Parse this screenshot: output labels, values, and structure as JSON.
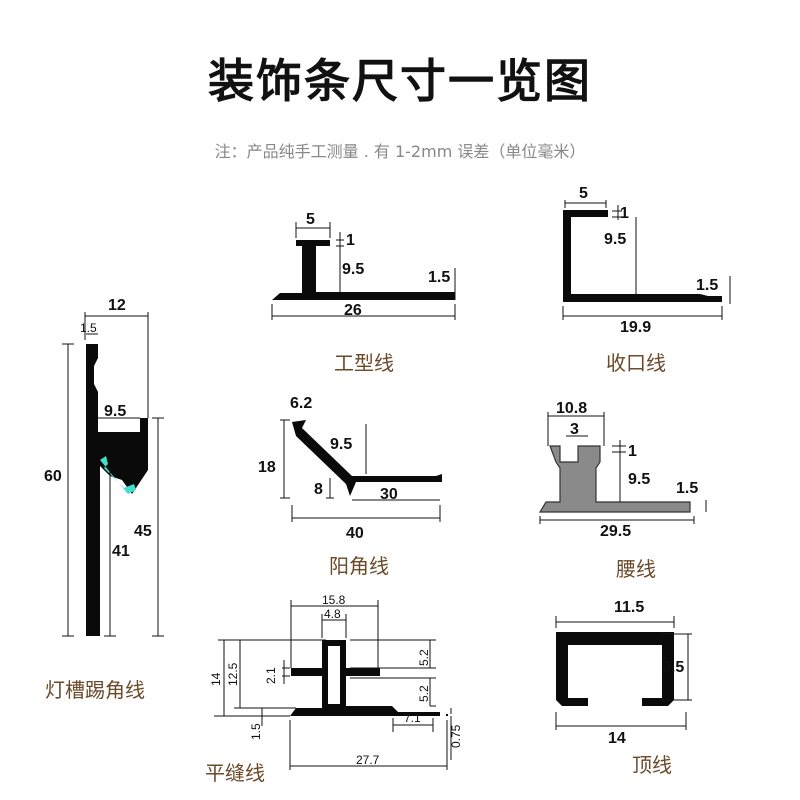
{
  "title": "装饰条尺寸一览图",
  "note": "注：产品纯手工测量 . 有 1-2mm 误差（单位毫米）",
  "profiles": {
    "gongxing": {
      "name": "工型线",
      "dims": [
        "5",
        "1",
        "9.5",
        "1.5",
        "26"
      ]
    },
    "shoukou": {
      "name": "收口线",
      "dims": [
        "5",
        "1",
        "9.5",
        "1.5",
        "19.9"
      ]
    },
    "dengcao": {
      "name": "灯槽踢角线",
      "dims": [
        "12",
        "1.5",
        "60",
        "9.5",
        "45",
        "41"
      ]
    },
    "yangjiao": {
      "name": "阳角线",
      "dims": [
        "6.2",
        "18",
        "9.5",
        "8",
        "30",
        "40"
      ]
    },
    "yaoxian": {
      "name": "腰线",
      "dims": [
        "10.8",
        "3",
        "1",
        "9.5",
        "1.5",
        "29.5"
      ]
    },
    "pingfeng": {
      "name": "平缝线",
      "dims": [
        "15.8",
        "4.8",
        "14",
        "12.5",
        "2.1",
        "5.2",
        "5.2",
        "1.5",
        "7.1",
        "0.75",
        "27.7"
      ]
    },
    "dingxian": {
      "name": "顶线",
      "dims": [
        "11.5",
        "9.5",
        "14"
      ]
    }
  },
  "colors": {
    "caption": "#6b4a2a",
    "led": "#40e0d0"
  }
}
